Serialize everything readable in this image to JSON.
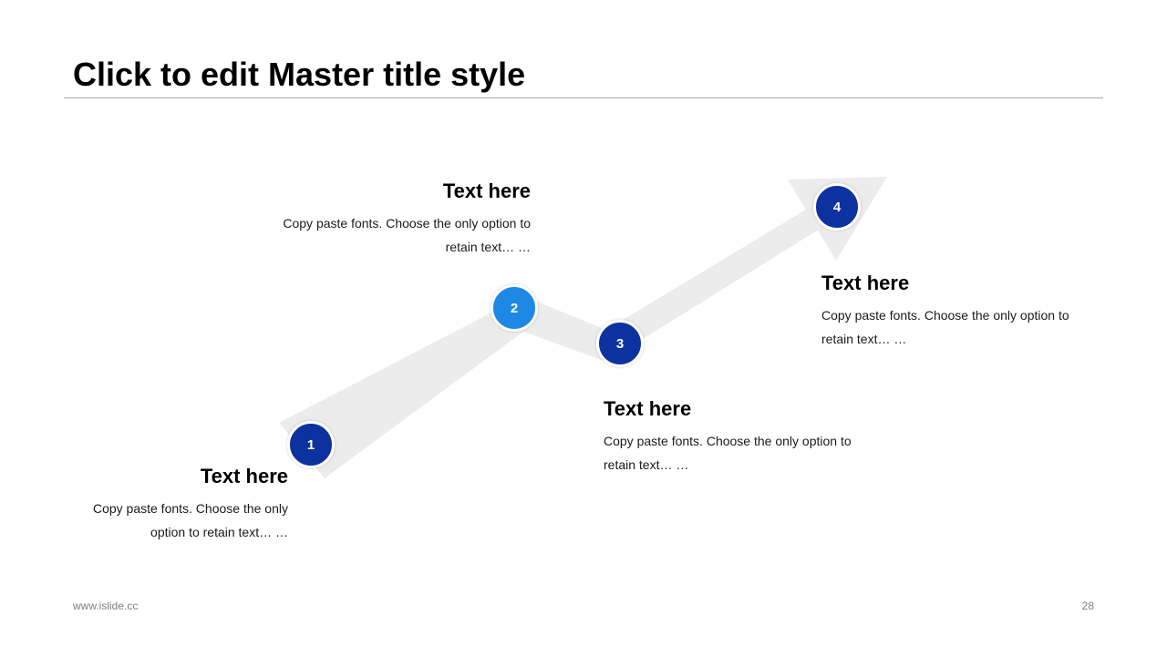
{
  "slide": {
    "title": "Click to edit Master title style"
  },
  "colors": {
    "dark_node": "#0d32a0",
    "light_node": "#1e88e5",
    "arrow": "#ececec"
  },
  "steps": [
    {
      "number": "1",
      "heading": "Text here",
      "body": "Copy paste fonts. Choose the only option to retain text… …"
    },
    {
      "number": "2",
      "heading": "Text here",
      "body": "Copy paste fonts. Choose the only option to retain text… …"
    },
    {
      "number": "3",
      "heading": "Text here",
      "body": "Copy paste fonts. Choose the only option to retain text… …"
    },
    {
      "number": "4",
      "heading": "Text here",
      "body": "Copy paste fonts. Choose the only option to retain text… …"
    }
  ],
  "footer": {
    "url": "www.islide.cc",
    "page": "28"
  }
}
